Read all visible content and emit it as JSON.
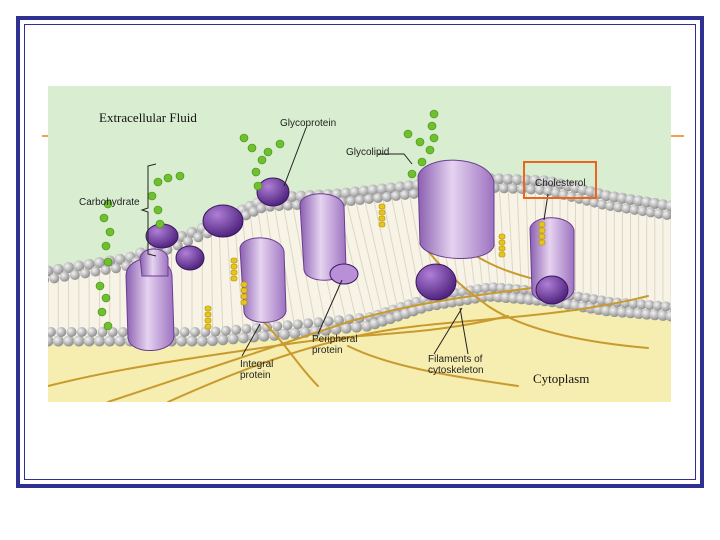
{
  "slide": {
    "frame_color": "#2e3192",
    "accent_rule_color": "#f0a050"
  },
  "figure": {
    "regions": {
      "extracellular": "Extracellular Fluid",
      "cytoplasm": "Cytoplasm"
    },
    "labels": {
      "glycoprotein": "Glycoprotein",
      "glycolipid": "Glycolipid",
      "cholesterol": "Cholesterol",
      "carbohydrate": "Carbohydrate",
      "integral_protein": "Integral protein",
      "peripheral_protein": "Peripheral protein",
      "filaments": "Filaments of cytoskeleton"
    },
    "colors": {
      "extracellular_bg": "#d9eed0",
      "cytoplasm_bg": "#f6eeb0",
      "phospholipid_head": "#b3b3b3",
      "integral_protein": "#c9a7d9",
      "peripheral_protein": "#7b3fa8",
      "carbohydrate_chain": "#6fbf2e",
      "cholesterol": "#e8c51a",
      "cytoskeleton": "#c99a2e",
      "highlight_box": "#e8671c"
    }
  }
}
